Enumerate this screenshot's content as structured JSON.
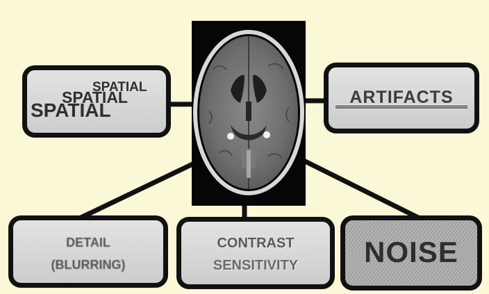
{
  "center_image": {
    "icon": "brain-ct-scan"
  },
  "boxes": {
    "spatial": {
      "words": [
        "SPATIAL",
        "SPATIAL",
        "SPATIAL"
      ]
    },
    "artifacts": {
      "label": "ARTIFACTS"
    },
    "detail": {
      "line1": "DETAIL",
      "line2": "(BLURRING)"
    },
    "contrast": {
      "line1": "CONTRAST",
      "line2": "SENSITIVITY"
    },
    "noise": {
      "label": "NOISE"
    }
  },
  "colors": {
    "background": "#fbf8d7",
    "box_border": "#111111",
    "box_fill": "#d6d6d6",
    "text": "#333333"
  }
}
